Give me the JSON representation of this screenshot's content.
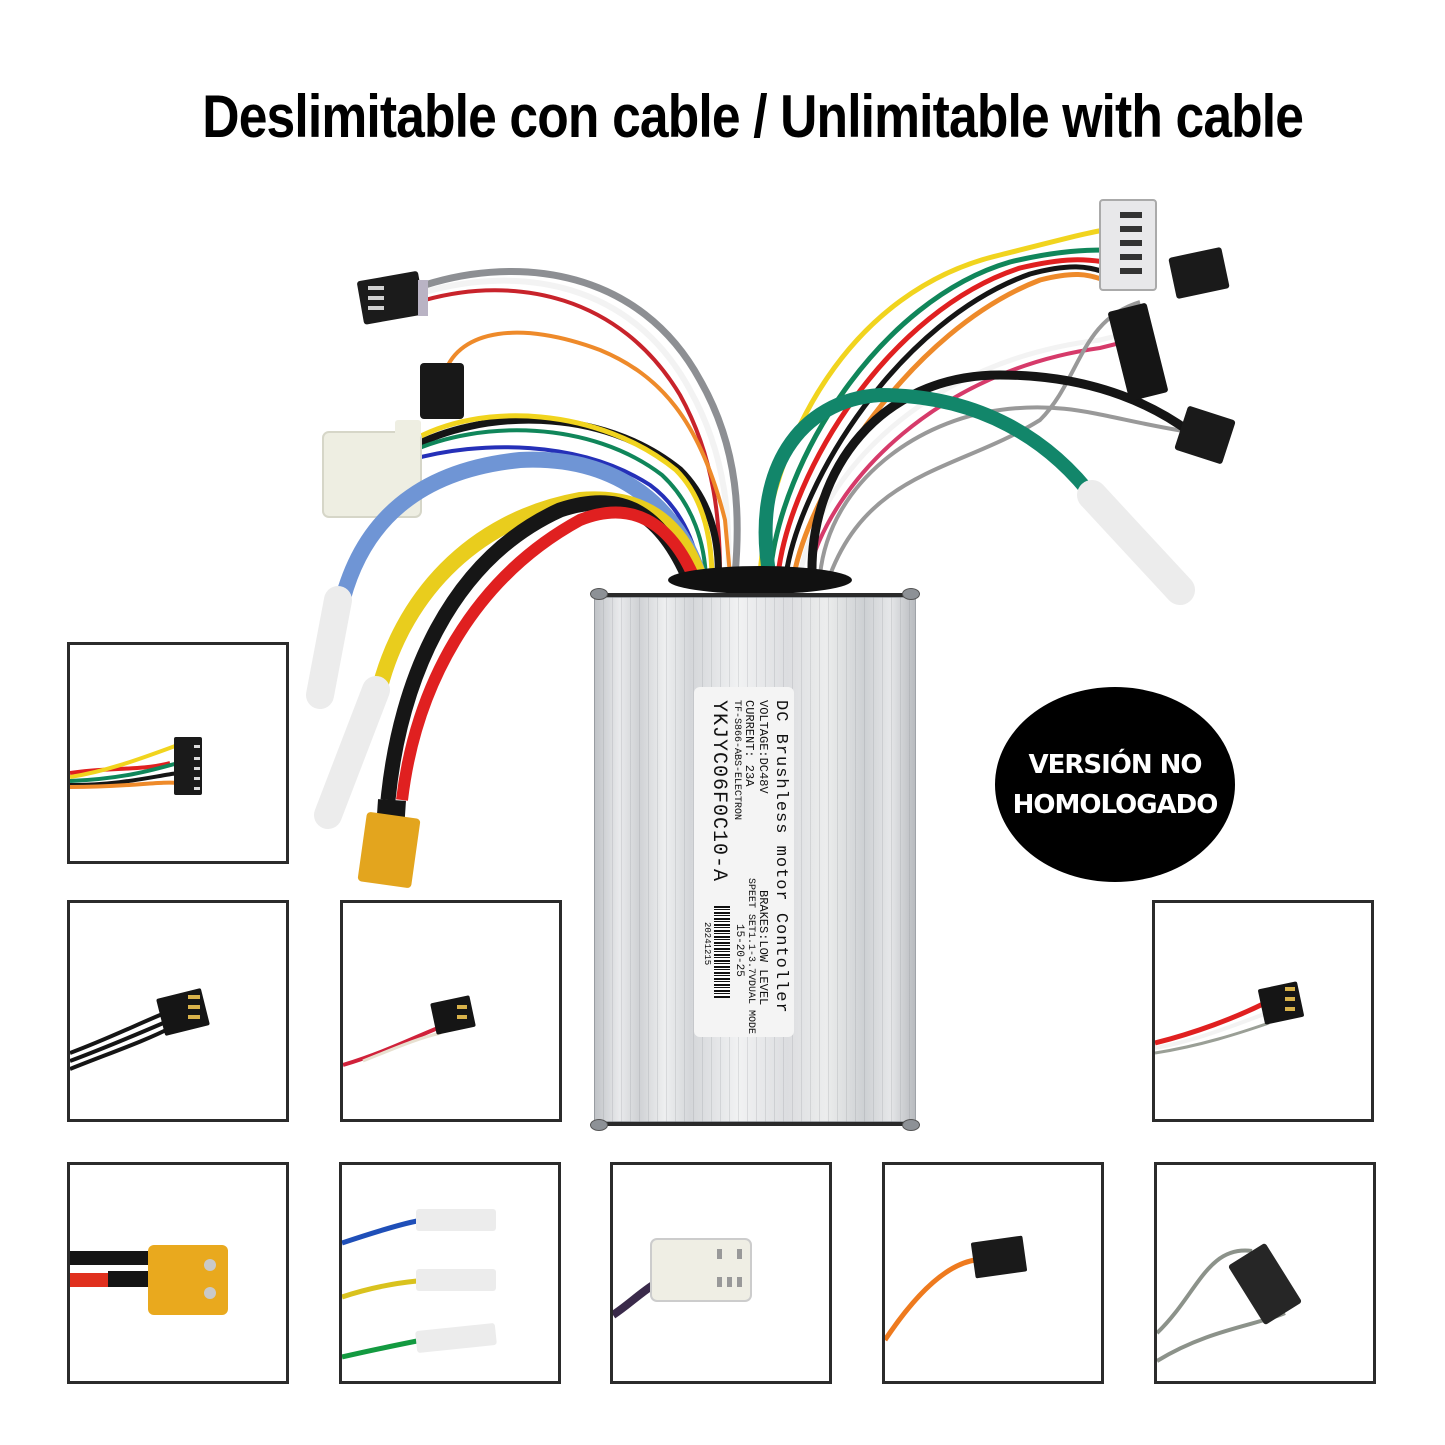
{
  "header": {
    "title": "Deslimitable con cable / Unlimitable with cable"
  },
  "product": {
    "type": "e-scooter brushless motor controller with wiring harness",
    "label": {
      "line1": "DC Brushless motor Contoller",
      "voltage": "VOLTAGE:DC48V",
      "current": "CURRENT:  23A",
      "brand": "TF-S866-ABS-ELECTRON",
      "model": "YKJYC06F0C10-A",
      "brakes": "BRAKES:LOW LEVEL",
      "speed": "SPEET SET1.1-3.7VDUAL MODE",
      "speed_values": "15-20-25",
      "barcode_number": "20241215"
    },
    "housing_color": "#d9dbde"
  },
  "badge": {
    "line1": "VERSIÓN NO",
    "line2": "HOMOLOGADO",
    "background": "#000000",
    "text_color": "#ffffff"
  },
  "connector_thumbnails": [
    {
      "id": "display-connector-5pin",
      "description": "5-pin black JST connector with yellow, green, black, orange, red wires",
      "row": 1,
      "col": 1
    },
    {
      "id": "throttle-connector-3pin-black",
      "description": "3-pin black connector with three black wires",
      "row": 2,
      "col": 1
    },
    {
      "id": "brake-connector-2pin-red",
      "description": "2-pin black connector with red and white wires",
      "row": 2,
      "col": 2
    },
    {
      "id": "light-connector-3pin-red-white",
      "description": "3-pin black connector with red, white and grey wires",
      "row": 2,
      "col": 5
    },
    {
      "id": "battery-xt60-connector",
      "description": "Yellow XT60 connector with black and red wires",
      "row": 3,
      "col": 1
    },
    {
      "id": "motor-phase-bullets",
      "description": "Blue, yellow and green phase wires with white sleeves",
      "row": 3,
      "col": 2
    },
    {
      "id": "hall-sensor-white-connector",
      "description": "White 6-pin hall sensor connector",
      "row": 3,
      "col": 3
    },
    {
      "id": "orange-wire-connector",
      "description": "Single orange wire with black 2-pin connector",
      "row": 3,
      "col": 4
    },
    {
      "id": "grey-wire-connector",
      "description": "Grey looped wire with black connector",
      "row": 3,
      "col": 5
    }
  ],
  "colors": {
    "wire_yellow": "#f2d21c",
    "wire_red": "#d81e1e",
    "wire_black": "#151515",
    "wire_blue": "#6e95d6",
    "wire_green": "#13865f",
    "wire_orange": "#f08a24",
    "wire_grey": "#9a9a9a",
    "wire_white": "#f4f4f4",
    "xt60_yellow": "#e9a91e",
    "frame_border": "#2b2b2b"
  }
}
